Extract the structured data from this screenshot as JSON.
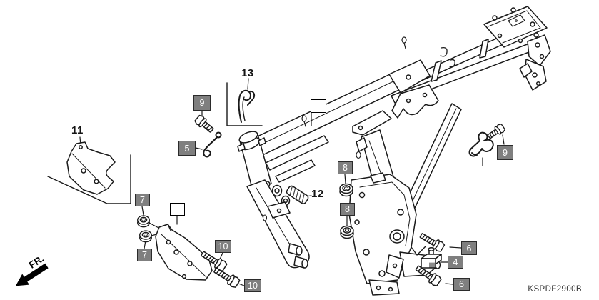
{
  "diagram": {
    "drawing_code": "KSPDF2900B",
    "direction_label": "FR.",
    "colors": {
      "callout_fill": "#7f7f7f",
      "callout_text": "#ffffff",
      "line": "#1a1a1a"
    },
    "numbered_callouts": [
      {
        "label": "9",
        "part": "flange-bolt"
      },
      {
        "label": "5",
        "part": "cable-guide-wire"
      },
      {
        "label": "7",
        "part": "flange-nut"
      },
      {
        "label": "7",
        "part": "flange-nut"
      },
      {
        "label": "10",
        "part": "flange-bolt"
      },
      {
        "label": "10",
        "part": "flange-bolt"
      },
      {
        "label": "8",
        "part": "flange-nut"
      },
      {
        "label": "8",
        "part": "flange-nut"
      },
      {
        "label": "9",
        "part": "flange-bolt"
      },
      {
        "label": "6",
        "part": "flange-bolt"
      },
      {
        "label": "4",
        "part": "switch-unit"
      },
      {
        "label": "6",
        "part": "flange-bolt"
      }
    ],
    "plain_labels": [
      {
        "text": "11",
        "part": "side-cover-plate"
      },
      {
        "text": "13",
        "part": "wire-clip"
      },
      {
        "text": "12",
        "part": "rubber-pad"
      }
    ],
    "reference_boxes": [
      {
        "label": "",
        "part": "frame-body"
      },
      {
        "label": "",
        "part": "wire-clamp"
      },
      {
        "label": "",
        "part": "side-cover-plate"
      }
    ]
  }
}
